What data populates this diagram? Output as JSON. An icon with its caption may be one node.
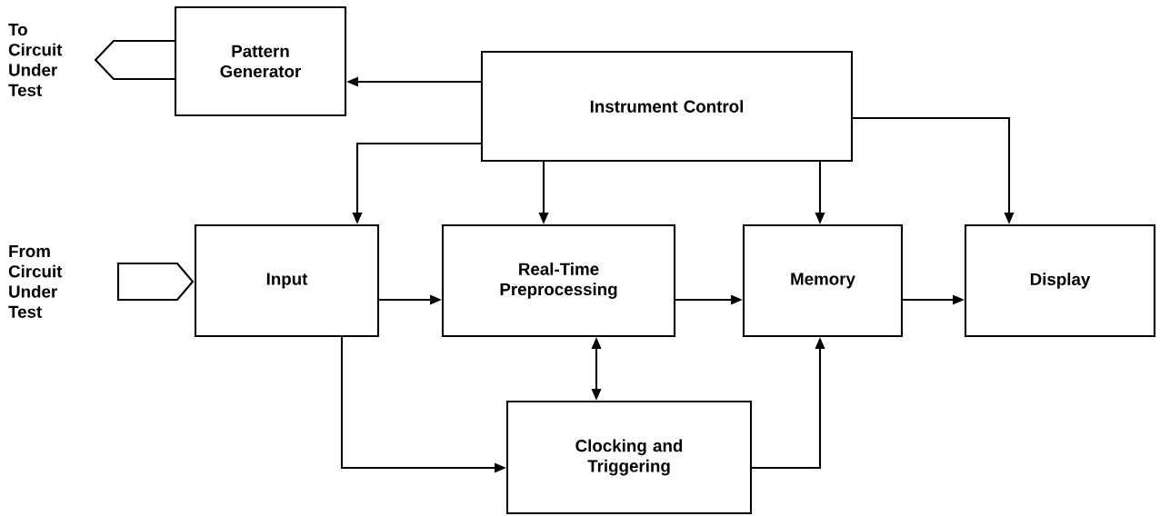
{
  "diagram": {
    "nodes": [
      {
        "text": [
          "Pattern Generator"
        ]
      },
      {
        "text": [],
        "shape": "pentagon",
        "beside": [
          "To Circuit Under Test"
        ]
      },
      {
        "text": [
          "Instrument Control"
        ]
      },
      {
        "text": [],
        "shape": "pentagon",
        "beside": [
          "From Circuit Under Test"
        ]
      },
      {
        "text": [
          "Input"
        ]
      },
      {
        "text": [
          "Real-Time Preprocessing"
        ]
      },
      {
        "text": [
          "Memory"
        ]
      },
      {
        "text": [
          "Display"
        ]
      },
      {
        "text": [
          "Clocking and Triggering"
        ]
      }
    ],
    "edges": [
      {
        "from": 2,
        "to": 0,
        "arrow": "to"
      },
      {
        "from": 2,
        "to": 4,
        "arrow": "to"
      },
      {
        "from": 2,
        "to": 5,
        "arrow": "to"
      },
      {
        "from": 2,
        "to": 6,
        "arrow": "to"
      },
      {
        "from": 2,
        "to": 7,
        "arrow": "to"
      },
      {
        "from": 4,
        "to": 5,
        "arrow": "to"
      },
      {
        "from": 5,
        "to": 6,
        "arrow": "to"
      },
      {
        "from": 6,
        "to": 7,
        "arrow": "to"
      },
      {
        "from": 5,
        "to": 8,
        "arrow": "both"
      },
      {
        "from": 4,
        "to": 8,
        "arrow": "to"
      },
      {
        "from": 8,
        "to": 6,
        "arrow": "to"
      }
    ]
  }
}
